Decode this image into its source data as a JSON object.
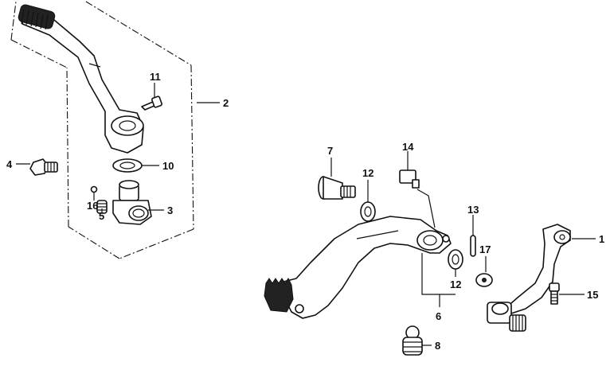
{
  "colors": {
    "line": "#111111",
    "background": "#ffffff"
  },
  "callouts": {
    "c1": "1",
    "c2": "2",
    "c3": "3",
    "c4": "4",
    "c5": "5",
    "c6": "6",
    "c7": "7",
    "c8": "8",
    "c9": "10",
    "c10": "11",
    "c11": "12",
    "c12": "12",
    "c13": "13",
    "c14": "14",
    "c15": "15",
    "c16": "16",
    "c17": "17"
  }
}
